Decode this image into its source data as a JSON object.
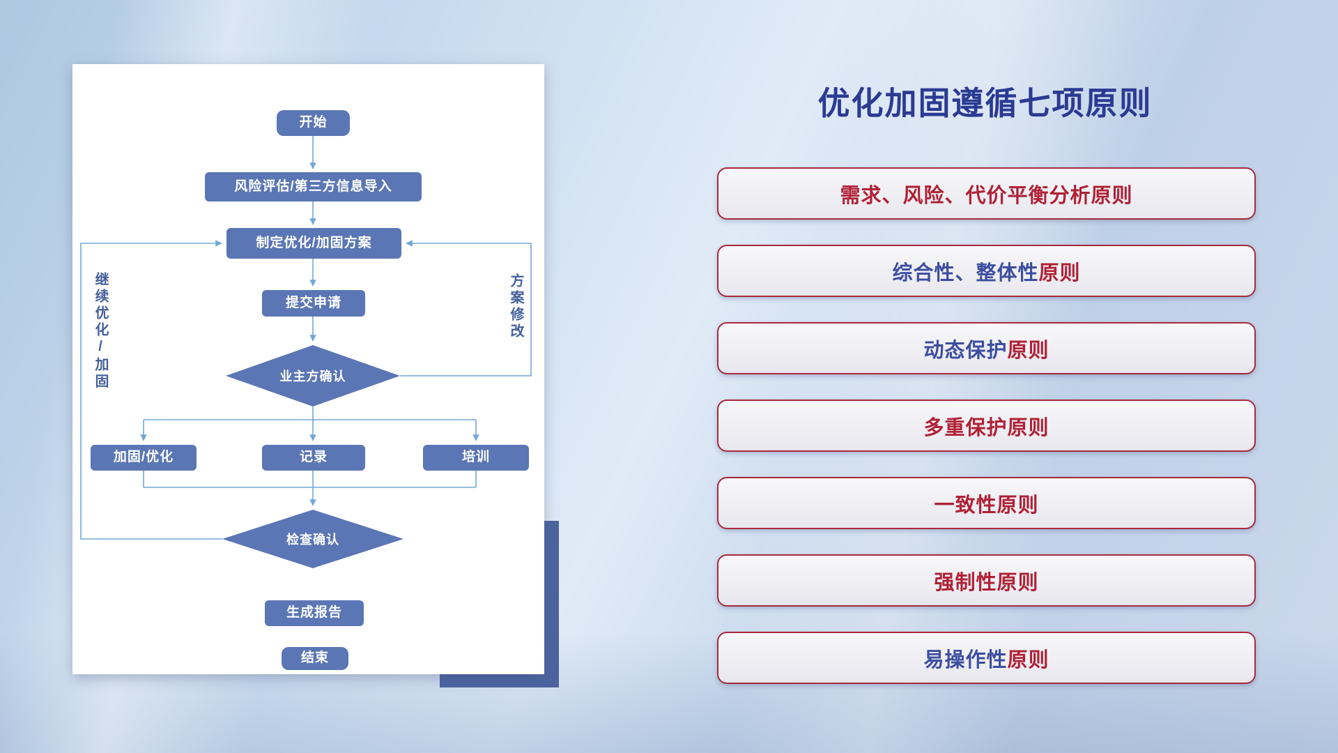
{
  "theme": {
    "panel_bg": "#ffffff",
    "shadow_rect": "#4c63a0",
    "node_fill": "#5b76b4",
    "node_text": "#ffffff",
    "connector": "#72a7d8",
    "side_label": "#44609c",
    "title_color": "#2b3a92",
    "principle_border": "#a8293c",
    "principle_red": "#b02135",
    "principle_blue": "#3c4ea0",
    "principle_bg_top": "#f8f8fa",
    "principle_bg_bottom": "#e7e7ee"
  },
  "title": "优化加固遵循七项原则",
  "flowchart": {
    "nodes": {
      "start": "开始",
      "risk": "风险评估/第三方信息导入",
      "plan": "制定优化/加固方案",
      "submit": "提交申请",
      "owner_confirm": "业主方确认",
      "reinforce": "加固/优化",
      "record": "记录",
      "training": "培训",
      "check_confirm": "检查确认",
      "report": "生成报告",
      "end": "结束"
    },
    "labels": {
      "continue_loop": "继续优化/加固",
      "revise_loop": "方案修改"
    }
  },
  "principles": [
    {
      "prefix": "需求、风险、代价平衡分析",
      "suffix": "原则",
      "prefix_color": "red"
    },
    {
      "prefix": "综合性、整体性",
      "suffix": "原则",
      "prefix_color": "blue"
    },
    {
      "prefix": "动态保护",
      "suffix": "原则",
      "prefix_color": "blue"
    },
    {
      "prefix": "多重保护",
      "suffix": "原则",
      "prefix_color": "red"
    },
    {
      "prefix": "一致性",
      "suffix": "原则",
      "prefix_color": "red"
    },
    {
      "prefix": "强制性",
      "suffix": "原则",
      "prefix_color": "red"
    },
    {
      "prefix": "易操作性",
      "suffix": "原则",
      "prefix_color": "blue"
    }
  ]
}
